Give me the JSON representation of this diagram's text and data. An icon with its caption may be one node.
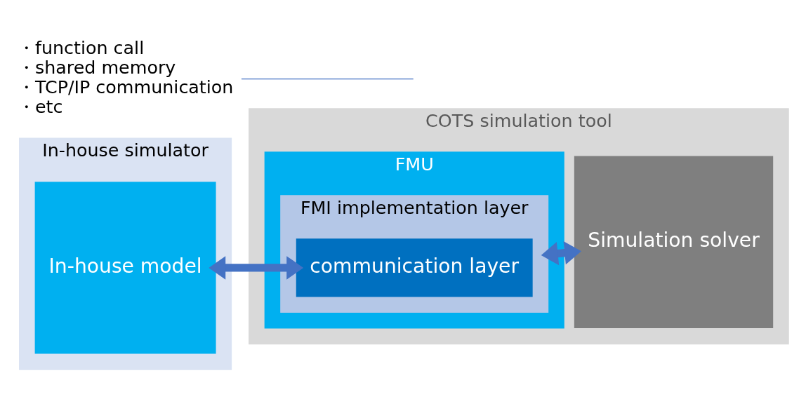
{
  "diagram": {
    "nodes": [
      {
        "text": [
          "In-house simulator"
        ]
      },
      {
        "text": [
          "In-house model"
        ],
        "in": 0
      },
      {
        "text": [
          "COTS simulation tool"
        ]
      },
      {
        "text": [
          "FMU"
        ],
        "in": 2
      },
      {
        "text": [
          "FMI implementation layer"
        ],
        "in": 3
      },
      {
        "text": [
          "communication layer"
        ],
        "in": 4
      },
      {
        "text": [
          "Simulation solver"
        ],
        "in": 2
      },
      {
        "text": [
          "・function call",
          "・shared memory",
          "・TCP/IP communication",
          "・etc"
        ]
      }
    ],
    "edges": [
      {
        "from": 1,
        "to": 5,
        "arrow": "both"
      },
      {
        "from": 4,
        "to": 6,
        "arrow": "both"
      },
      {
        "from": 7,
        "to": null,
        "arrow": "none"
      }
    ]
  }
}
